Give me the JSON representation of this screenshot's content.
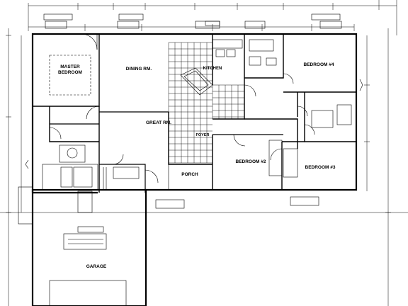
{
  "rooms": {
    "master_bedroom_line1": "MASTER",
    "master_bedroom_line2": "BEDROOM",
    "dining_rm": "DINING RM.",
    "kitchen": "KITCHEN",
    "bedroom4": "BEDROOM #4",
    "great_rm": "GREAT RM.",
    "foyer": "FOYER",
    "porch": "PORCH",
    "bedroom2": "BEDROOM #2",
    "bedroom3": "BEDROOM #3",
    "garage": "GARAGE"
  }
}
